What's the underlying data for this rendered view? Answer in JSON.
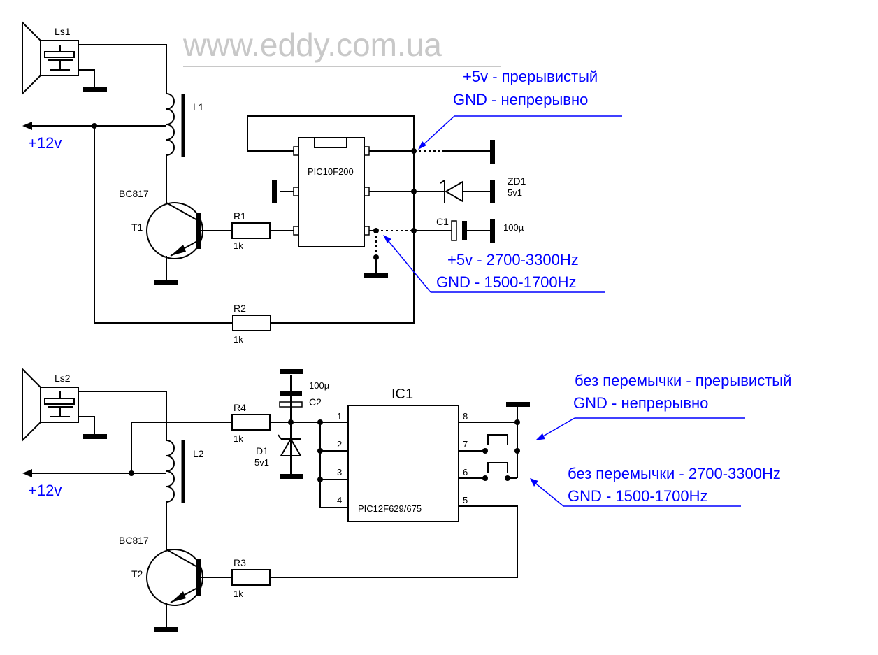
{
  "watermark": "www.eddy.com.ua",
  "top": {
    "speaker": "Ls1",
    "inductor": "L1",
    "supply": "+12v",
    "transistor_type": "BC817",
    "transistor": "T1",
    "r1_name": "R1",
    "r1_value": "1k",
    "r2_name": "R2",
    "r2_value": "1k",
    "ic": "PIC10F200",
    "zener_name": "ZD1",
    "zener_value": "5v1",
    "cap_name": "C1",
    "cap_value": "100µ",
    "note1_line1": "+5v - прерывистый",
    "note1_line2": "GND - непрерывно",
    "note2_line1": "+5v - 2700-3300Hz",
    "note2_line2": "GND - 1500-1700Hz"
  },
  "bottom": {
    "speaker": "Ls2",
    "inductor": "L2",
    "supply": "+12v",
    "transistor_type": "BC817",
    "transistor": "T2",
    "r4_name": "R4",
    "r4_value": "1k",
    "r3_name": "R3",
    "r3_value": "1k",
    "cap_value": "100µ",
    "cap_name": "C2",
    "diode_name": "D1",
    "diode_value": "5v1",
    "ic_name": "IC1",
    "ic_part": "PIC12F629/675",
    "pins": [
      "1",
      "2",
      "3",
      "4",
      "5",
      "6",
      "7",
      "8"
    ],
    "note1_line1": "без  перемычки - прерывистый",
    "note1_line2": "GND - непрерывно",
    "note2_line1": "без перемычки - 2700-3300Hz",
    "note2_line2": "GND - 1500-1700Hz"
  }
}
